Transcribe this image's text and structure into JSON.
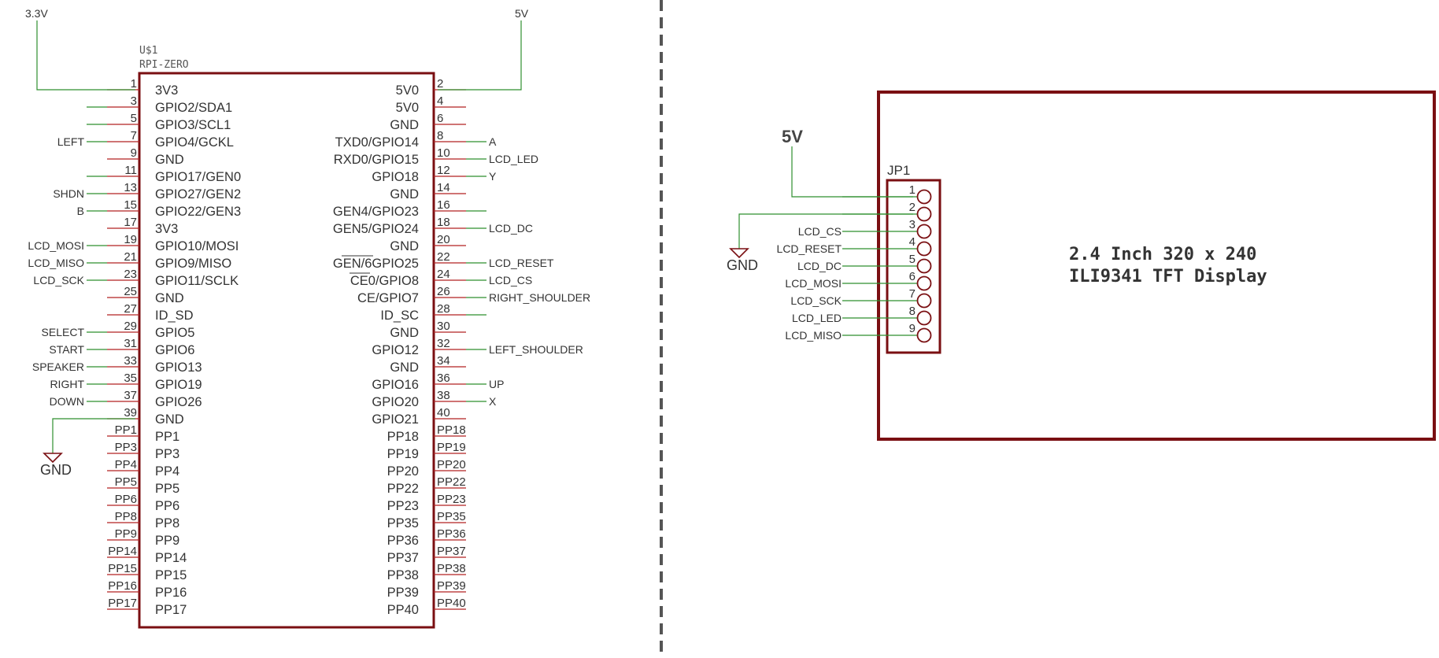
{
  "colors": {
    "component_outline": "#7a0f12",
    "wire": "#2f8f2f",
    "pin_line": "#b22222",
    "text": "#333333",
    "divider": "#555555"
  },
  "u1": {
    "ref": "U$1",
    "value": "RPI-ZERO",
    "left_pins": [
      {
        "num": "1",
        "name": "3V3",
        "net": ""
      },
      {
        "num": "3",
        "name": "GPIO2/SDA1",
        "net": ""
      },
      {
        "num": "5",
        "name": "GPIO3/SCL1",
        "net": ""
      },
      {
        "num": "7",
        "name": "GPIO4/GCKL",
        "net": "LEFT"
      },
      {
        "num": "9",
        "name": "GND",
        "net": ""
      },
      {
        "num": "11",
        "name": "GPIO17/GEN0",
        "net": ""
      },
      {
        "num": "13",
        "name": "GPIO27/GEN2",
        "net": "SHDN"
      },
      {
        "num": "15",
        "name": "GPIO22/GEN3",
        "net": "B"
      },
      {
        "num": "17",
        "name": "3V3",
        "net": ""
      },
      {
        "num": "19",
        "name": "GPIO10/MOSI",
        "net": "LCD_MOSI"
      },
      {
        "num": "21",
        "name": "GPIO9/MISO",
        "net": "LCD_MISO"
      },
      {
        "num": "23",
        "name": "GPIO11/SCLK",
        "net": "LCD_SCK"
      },
      {
        "num": "25",
        "name": "GND",
        "net": ""
      },
      {
        "num": "27",
        "name": "ID_SD",
        "net": ""
      },
      {
        "num": "29",
        "name": "GPIO5",
        "net": "SELECT"
      },
      {
        "num": "31",
        "name": "GPIO6",
        "net": "START"
      },
      {
        "num": "33",
        "name": "GPIO13",
        "net": "SPEAKER"
      },
      {
        "num": "35",
        "name": "GPIO19",
        "net": "RIGHT"
      },
      {
        "num": "37",
        "name": "GPIO26",
        "net": "DOWN"
      },
      {
        "num": "39",
        "name": "GND",
        "net": ""
      },
      {
        "num": "PP1",
        "name": "PP1",
        "net": ""
      },
      {
        "num": "PP3",
        "name": "PP3",
        "net": ""
      },
      {
        "num": "PP4",
        "name": "PP4",
        "net": ""
      },
      {
        "num": "PP5",
        "name": "PP5",
        "net": ""
      },
      {
        "num": "PP6",
        "name": "PP6",
        "net": ""
      },
      {
        "num": "PP8",
        "name": "PP8",
        "net": ""
      },
      {
        "num": "PP9",
        "name": "PP9",
        "net": ""
      },
      {
        "num": "PP14",
        "name": "PP14",
        "net": ""
      },
      {
        "num": "PP15",
        "name": "PP15",
        "net": ""
      },
      {
        "num": "PP16",
        "name": "PP16",
        "net": ""
      },
      {
        "num": "PP17",
        "name": "PP17",
        "net": ""
      }
    ],
    "right_pins": [
      {
        "num": "2",
        "name": "5V0",
        "net": ""
      },
      {
        "num": "4",
        "name": "5V0",
        "net": ""
      },
      {
        "num": "6",
        "name": "GND",
        "net": ""
      },
      {
        "num": "8",
        "name": "TXD0/GPIO14",
        "net": "A"
      },
      {
        "num": "10",
        "name": "RXD0/GPIO15",
        "net": "LCD_LED"
      },
      {
        "num": "12",
        "name": "GPIO18",
        "net": "Y"
      },
      {
        "num": "14",
        "name": "GND",
        "net": ""
      },
      {
        "num": "16",
        "name": "GEN4/GPIO23",
        "net": ""
      },
      {
        "num": "18",
        "name": "GEN5/GPIO24",
        "net": "LCD_DC"
      },
      {
        "num": "20",
        "name": "GND",
        "net": ""
      },
      {
        "num": "22",
        "name": "GEN/6GPIO25",
        "net": "LCD_RESET"
      },
      {
        "num": "24",
        "name": "CE0/GPIO8",
        "net": "LCD_CS"
      },
      {
        "num": "26",
        "name": "CE/GPIO7",
        "net": "RIGHT_SHOULDER"
      },
      {
        "num": "28",
        "name": "ID_SC",
        "net": ""
      },
      {
        "num": "30",
        "name": "GND",
        "net": ""
      },
      {
        "num": "32",
        "name": "GPIO12",
        "net": "LEFT_SHOULDER"
      },
      {
        "num": "34",
        "name": "GND",
        "net": ""
      },
      {
        "num": "36",
        "name": "GPIO16",
        "net": "UP"
      },
      {
        "num": "38",
        "name": "GPIO20",
        "net": "X"
      },
      {
        "num": "40",
        "name": "GPIO21",
        "net": ""
      },
      {
        "num": "PP18",
        "name": "PP18",
        "net": ""
      },
      {
        "num": "PP19",
        "name": "PP19",
        "net": ""
      },
      {
        "num": "PP20",
        "name": "PP20",
        "net": ""
      },
      {
        "num": "PP22",
        "name": "PP22",
        "net": ""
      },
      {
        "num": "PP23",
        "name": "PP23",
        "net": ""
      },
      {
        "num": "PP35",
        "name": "PP35",
        "net": ""
      },
      {
        "num": "PP36",
        "name": "PP36",
        "net": ""
      },
      {
        "num": "PP37",
        "name": "PP37",
        "net": ""
      },
      {
        "num": "PP38",
        "name": "PP38",
        "net": ""
      },
      {
        "num": "PP39",
        "name": "PP39",
        "net": ""
      },
      {
        "num": "PP40",
        "name": "PP40",
        "net": ""
      }
    ],
    "supply_3v3": "3.3V",
    "supply_5v": "5V",
    "ground": "GND"
  },
  "jp1": {
    "ref": "JP1",
    "supply": "5V",
    "ground": "GND",
    "pins": [
      {
        "num": "1",
        "net": ""
      },
      {
        "num": "2",
        "net": ""
      },
      {
        "num": "3",
        "net": "LCD_CS"
      },
      {
        "num": "4",
        "net": "LCD_RESET"
      },
      {
        "num": "5",
        "net": "LCD_DC"
      },
      {
        "num": "6",
        "net": "LCD_MOSI"
      },
      {
        "num": "7",
        "net": "LCD_SCK"
      },
      {
        "num": "8",
        "net": "LCD_LED"
      },
      {
        "num": "9",
        "net": "LCD_MISO"
      }
    ]
  },
  "display": {
    "line1": "2.4 Inch 320 x 240",
    "line2": "ILI9341 TFT Display"
  }
}
